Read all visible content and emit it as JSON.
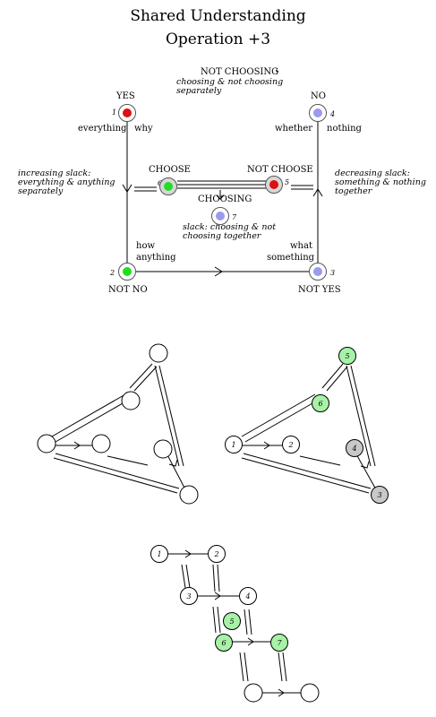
{
  "title": {
    "line1": "Shared Understanding",
    "line2": "Operation +3"
  },
  "top_diagram": {
    "nodes": {
      "n1": {
        "number": "1",
        "label": "YES",
        "color": "#dd1111"
      },
      "n2": {
        "number": "2",
        "label": "NOT NO",
        "color": "#22dd22"
      },
      "n3": {
        "number": "3",
        "label": "NOT YES",
        "color": "#9a9aee"
      },
      "n4": {
        "number": "4",
        "label": "NO",
        "color": "#9a9aee"
      },
      "n5": {
        "number": "5",
        "label": "NOT CHOOSE",
        "color": "#dd1111"
      },
      "n6": {
        "number": "6",
        "label": "CHOOSE",
        "color": "#22dd22"
      },
      "n7": {
        "number": "7",
        "label": "CHOOSING",
        "color": "#9a9aee"
      }
    },
    "edge_words": {
      "everything": "everything",
      "why": "why",
      "whether": "whether",
      "nothing": "nothing",
      "how": "how",
      "anything": "anything",
      "what": "what",
      "something": "something"
    },
    "not_choosing": {
      "label": "NOT CHOOSING",
      "note": "choosing & not choosing separately"
    },
    "slack_note": "slack: choosing & not choosing together",
    "increasing_slack": "increasing slack: everything & anything separately",
    "decreasing_slack": "decreasing slack: something & nothing together"
  },
  "bottom_diagrams": {
    "right_numbers": [
      "5",
      "6",
      "1",
      "2",
      "4",
      "3"
    ],
    "chain_numbers": [
      "1",
      "2",
      "3",
      "4",
      "5",
      "6",
      "7"
    ],
    "colors": {
      "green": "#a8f2a8",
      "gray": "#c8c8c8",
      "white": "#ffffff"
    }
  }
}
